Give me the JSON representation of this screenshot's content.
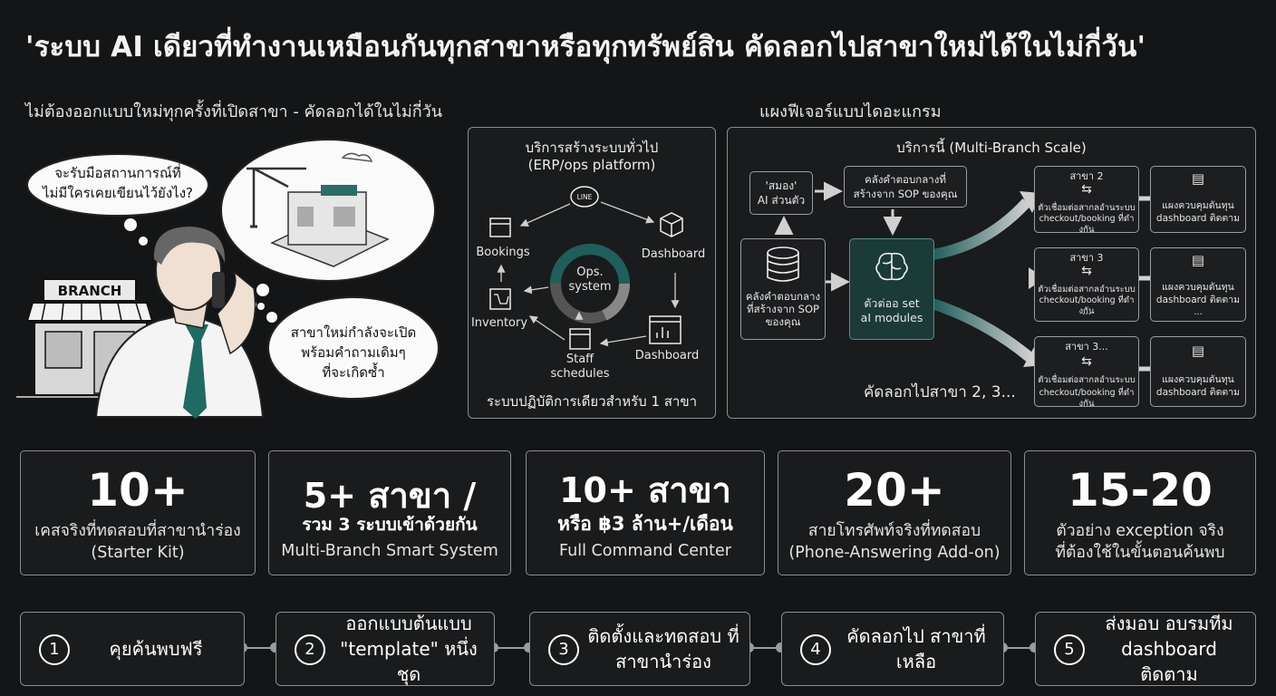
{
  "title": "'ระบบ AI เดียวที่ทำงานเหมือนกันทุกสาขาหรือทุกทรัพย์สิน คัดลอกไปสาขาใหม่ได้ในไม่กี่วัน'",
  "left_section": {
    "subtitle": "ไม่ต้องออกแบบใหม่ทุกครั้งที่เปิดสาขา - คัดลอกได้ในไม่กี่วัน",
    "sign": "BRANCH",
    "bubble_top": "จะรับมือสถานการณ์ที่ไม่มีใครเคยเขียนไว้ยังไง?",
    "bubble_bottom": "สาขาใหม่กำลังจะเปิด พร้อมคำถามเดิมๆ ที่จะเกิดซ้ำ"
  },
  "diagram_section": {
    "subtitle": "แผงฟีเจอร์แบบไดอะแกรม"
  },
  "generic_panel": {
    "title_line1": "บริการสร้างระบบทั่วไป",
    "title_line2": "(ERP/ops platform)",
    "center_line1": "Ops.",
    "center_line2": "system",
    "line_icon_text": "LINE",
    "nodes": {
      "bookings": "Bookings",
      "dashboard_top": "Dashboard",
      "inventory": "Inventory",
      "staff_line1": "Staff",
      "staff_line2": "schedules",
      "dashboard_bottom": "Dashboard"
    },
    "footer": "ระบบปฏิบัติการเดียวสำหรับ 1 สาขา"
  },
  "multi_panel": {
    "title": "บริการนี้ (Multi-Branch Scale)",
    "ai_box_line1": "'สมอง'",
    "ai_box_line2": "AI ส่วนตัว",
    "sop_box_line1": "คลังคำตอบกลางที่",
    "sop_box_line2": "สร้างจาก SOP ของคุณ",
    "db_box_line1": "คลังคำตอบกลาง",
    "db_box_line2": "ที่สร้างจาก SOP",
    "db_box_line3": "ของคุณ",
    "core_line1": "ตัวต่ออ set",
    "core_line2": "aI modules",
    "copy_text": "คัดลอกไปสาขา 2, 3...",
    "branches": [
      {
        "name": "สาขา 2",
        "connector_line1": "ตัวเชื่อมต่อสากลอำนระบบ",
        "connector_line2": "checkout/booking ที่ดำงกัน",
        "dashboard_line1": "แผงควบคุมดันทุน",
        "dashboard_line2": "dashboard ติดตาม"
      },
      {
        "name": "สาขา 3",
        "connector_line1": "ตัวเชื่อมต่อสากลอำนระบบ",
        "connector_line2": "checkout/booking ที่ดำงกัน",
        "dashboard_line1": "แผงควบคุมดันทุน",
        "dashboard_line2": "dashboard ติดตาม"
      },
      {
        "name": "สาขา 3...",
        "connector_line1": "ตัวเชื่อมต่อสากลอำนระบบ",
        "connector_line2": "checkout/booking ที่ดำงกัน",
        "dashboard_line1": "แผงควบคุมดันทุน",
        "dashboard_line2": "dashboard ติดตาม"
      }
    ],
    "ellipsis": "..."
  },
  "stats": [
    {
      "big": "10+",
      "line1": "เคสจริงที่ทดสอบที่สาขานำร่อง",
      "line2": "(Starter Kit)"
    },
    {
      "big": "5+ สาขา /",
      "mid": "รวม 3 ระบบเข้าด้วยกัน",
      "line2": "Multi-Branch Smart System"
    },
    {
      "big": "10+ สาขา",
      "mid": "หรือ ฿3 ล้าน+/เดือน",
      "line2": "Full Command Center"
    },
    {
      "big": "20+",
      "line1": "สายโทรศัพท์จริงที่ทดสอบ",
      "line2": "(Phone-Answering Add-on)"
    },
    {
      "big": "15-20",
      "line1": "ตัวอย่าง exception จริง",
      "line2": "ที่ต้องใช้ในขั้นตอนค้นพบ"
    }
  ],
  "steps": [
    {
      "num": "1",
      "text": "คุยค้นพบฟรี"
    },
    {
      "num": "2",
      "text": "ออกแบบต้นแบบ \"template\" หนึ่งชุด"
    },
    {
      "num": "3",
      "text": "ติดตั้งและทดสอบ ที่สาขานำร่อง"
    },
    {
      "num": "4",
      "text": "คัดลอกไป สาขาที่เหลือ"
    },
    {
      "num": "5",
      "text": "ส่งมอบ อบรมทีม dashboard ติดตาม"
    }
  ],
  "colors": {
    "background": "#141516",
    "accent_teal": "#1e5f5b",
    "border": "#8a8d90"
  }
}
